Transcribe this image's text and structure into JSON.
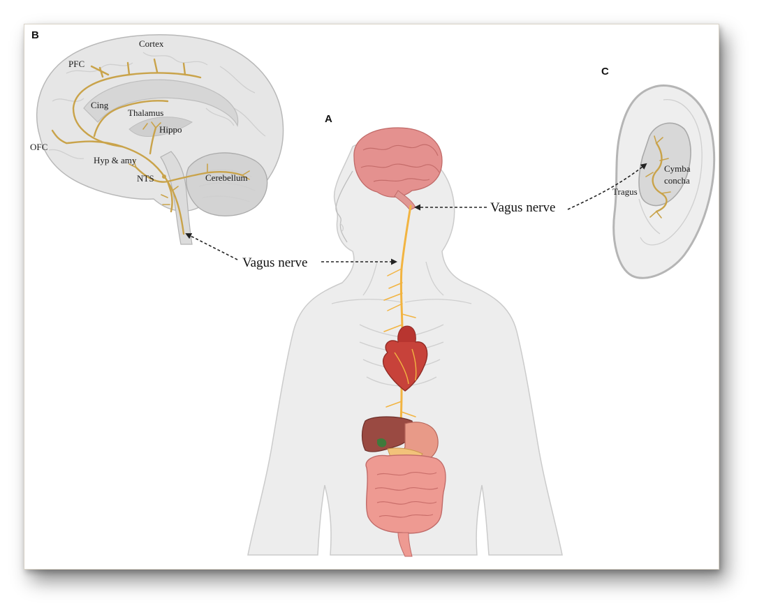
{
  "panels": {
    "a": "A",
    "b": "B",
    "c": "C"
  },
  "brain_labels": {
    "cortex": "Cortex",
    "pfc": "PFC",
    "cing": "Cing",
    "thalamus": "Thalamus",
    "hippo": "Hippo",
    "ofc": "OFC",
    "hyp_amy": "Hyp & amy",
    "nts": "NTS",
    "cerebellum": "Cerebellum"
  },
  "ear_labels": {
    "cymba": "Cymba",
    "concha": "concha",
    "tragus": "Tragus"
  },
  "callouts": {
    "vagus_left": "Vagus nerve",
    "vagus_right": "Vagus nerve"
  },
  "colors": {
    "nerve_brain": "#c9a34a",
    "nerve_body": "#f2b441",
    "brain_body": "#e4918f",
    "heart": "#c7423a",
    "liver": "#9a4a42",
    "intestine": "#ee9a92",
    "skin": "#ededed"
  }
}
